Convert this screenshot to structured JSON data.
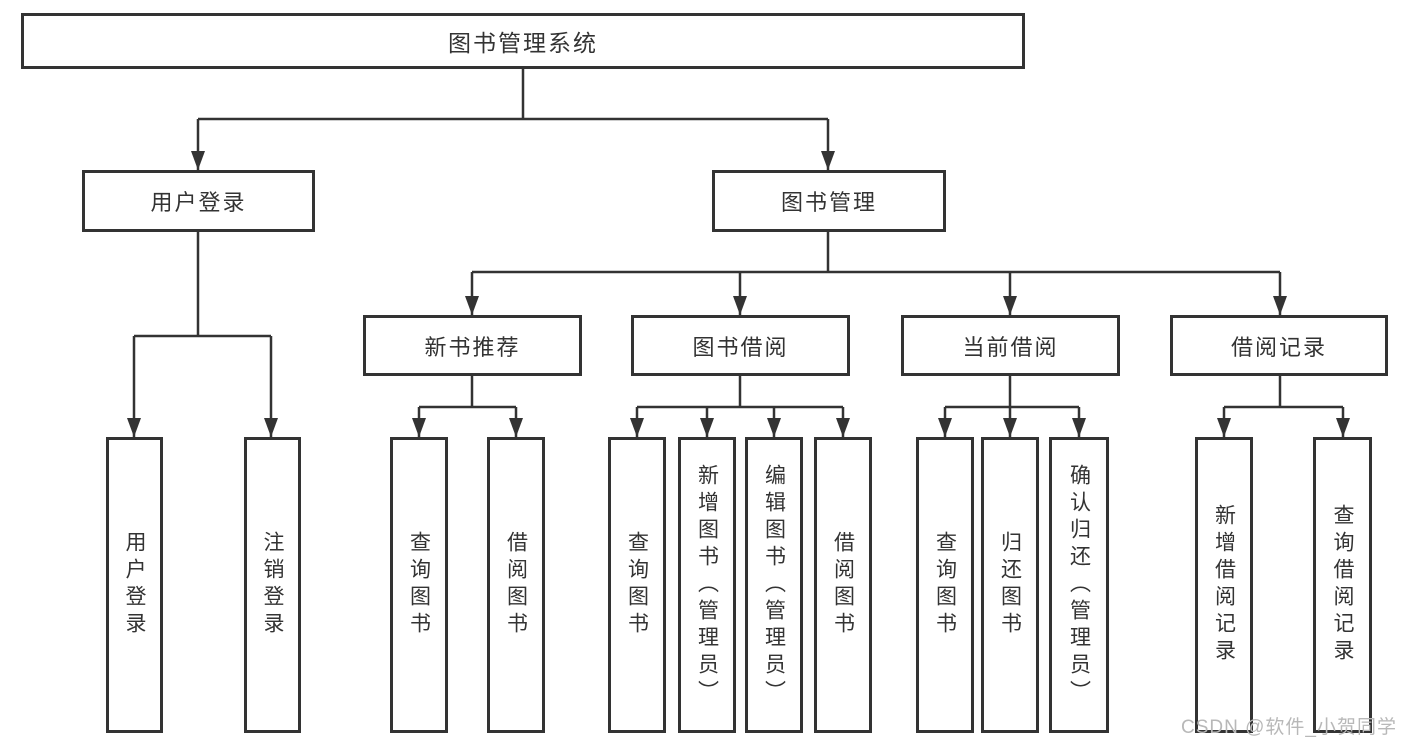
{
  "diagram": {
    "root": {
      "label": "图书管理系统"
    },
    "branches": [
      {
        "label": "用户登录",
        "children": [
          {
            "label": "用户登录"
          },
          {
            "label": "注销登录"
          }
        ]
      },
      {
        "label": "图书管理",
        "sections": [
          {
            "label": "新书推荐",
            "children": [
              {
                "label": "查询图书"
              },
              {
                "label": "借阅图书"
              }
            ]
          },
          {
            "label": "图书借阅",
            "children": [
              {
                "label": "查询图书"
              },
              {
                "label": "新增图书（管理员）"
              },
              {
                "label": "编辑图书（管理员）"
              },
              {
                "label": "借阅图书"
              }
            ]
          },
          {
            "label": "当前借阅",
            "children": [
              {
                "label": "查询图书"
              },
              {
                "label": "归还图书"
              },
              {
                "label": "确认归还（管理员）"
              }
            ]
          },
          {
            "label": "借阅记录",
            "children": [
              {
                "label": "新增借阅记录"
              },
              {
                "label": "查询借阅记录"
              }
            ]
          }
        ]
      }
    ]
  },
  "watermark": {
    "text": "CSDN @软件_小贺同学"
  },
  "colors": {
    "line": "#333333",
    "box_border": "#333333",
    "text": "#333333",
    "watermark": "#b8b8b8",
    "background": "#ffffff"
  }
}
